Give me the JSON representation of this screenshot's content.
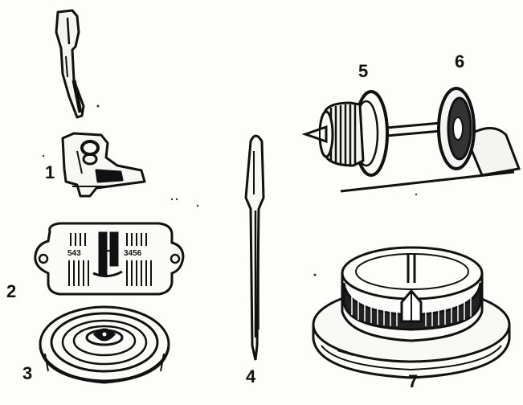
{
  "parts": [
    {
      "number": "1",
      "icon": "presser-foot-icon"
    },
    {
      "number": "2",
      "icon": "needle-plate-icon"
    },
    {
      "number": "3",
      "icon": "bobbin-icon"
    },
    {
      "number": "4",
      "icon": "needle-icon"
    },
    {
      "number": "5",
      "icon": "spool-pin-cap-icon"
    },
    {
      "number": "6",
      "icon": "spool-holder-icon"
    },
    {
      "number": "7",
      "icon": "stitch-dial-icon"
    }
  ],
  "needle_plate": {
    "left_scale": "543",
    "right_scale": "3456"
  },
  "colors": {
    "ink": "#111111",
    "paper": "#fdfdfb"
  }
}
